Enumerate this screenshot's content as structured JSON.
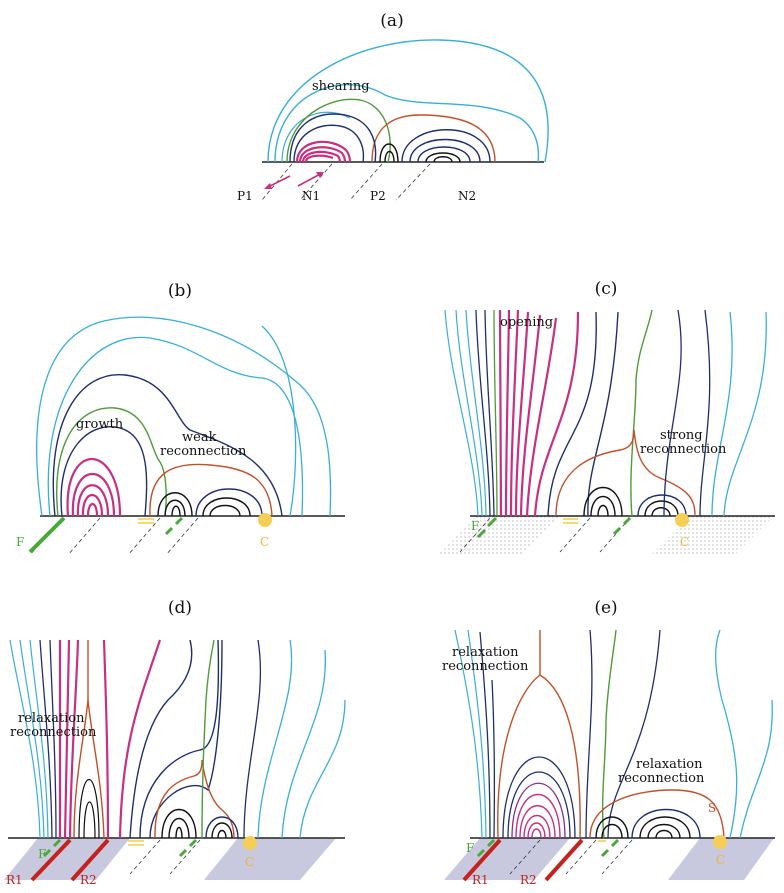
{
  "panels": [
    {
      "id": "a",
      "label": "(a)",
      "annotations": [
        "shearing"
      ],
      "polarity_labels": [
        "P1",
        "N1",
        "P2",
        "N2"
      ]
    },
    {
      "id": "b",
      "label": "(b)",
      "annotations": [
        "growth",
        "weak",
        "reconnection"
      ],
      "footpoints": [
        "F",
        "C"
      ]
    },
    {
      "id": "c",
      "label": "(c)",
      "annotations": [
        "opening",
        "strong",
        "reconnection"
      ],
      "footpoints": [
        "F",
        "C"
      ]
    },
    {
      "id": "d",
      "label": "(d)",
      "annotations": [
        "relaxation",
        "reconnection"
      ],
      "footpoints": [
        "F",
        "R1",
        "R2",
        "C"
      ]
    },
    {
      "id": "e",
      "label": "(e)",
      "annotations": [
        "relaxation",
        "reconnection",
        "relaxation",
        "reconnection",
        "S"
      ],
      "footpoints": [
        "F",
        "R1",
        "R2",
        "C"
      ]
    }
  ],
  "colors": {
    "outer_field": "#3aaed8",
    "inner_field": "#1f2f6e",
    "sheared_field": "#c8307f",
    "core_field": "#111111",
    "separatrix_green": "#4f9a3a",
    "separatrix_red": "#c0502a",
    "ribbon_red": "#c4221c",
    "ribbon_green": "#4aa83a",
    "ribbon_yellow": "#f5cf55",
    "plate_grey": "#c8c9de"
  }
}
